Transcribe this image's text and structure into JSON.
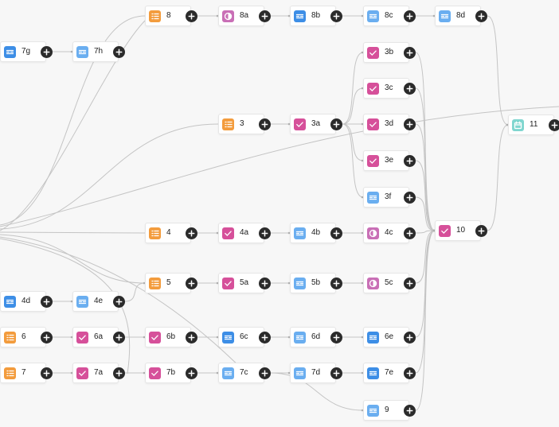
{
  "colors": {
    "canvas_bg": "#f7f7f7",
    "edge": "#c4c4c4",
    "node_bg": "#ffffff",
    "add_button": "#2b2b2b",
    "sequence": "#f39c3d",
    "checklist": "#d6509a",
    "split": "#c96fb6",
    "filter_blue": "#3d8ee6",
    "filter_light": "#6aaef0",
    "calendar": "#7fd6cf"
  },
  "icon_types": {
    "list": "list-icon",
    "check": "checkbox-icon",
    "contrast": "contrast-icon",
    "filter": "filter-icon",
    "filter_light": "filter-icon",
    "calendar": "calendar-icon"
  },
  "nodes": [
    {
      "id": "7g",
      "label": "7g",
      "icon": "filter"
    },
    {
      "id": "7h",
      "label": "7h",
      "icon": "filter_light"
    },
    {
      "id": "8",
      "label": "8",
      "icon": "list"
    },
    {
      "id": "8a",
      "label": "8a",
      "icon": "contrast"
    },
    {
      "id": "8b",
      "label": "8b",
      "icon": "filter"
    },
    {
      "id": "8c",
      "label": "8c",
      "icon": "filter_light"
    },
    {
      "id": "8d",
      "label": "8d",
      "icon": "filter_light"
    },
    {
      "id": "3b",
      "label": "3b",
      "icon": "check"
    },
    {
      "id": "3c",
      "label": "3c",
      "icon": "check"
    },
    {
      "id": "3",
      "label": "3",
      "icon": "list"
    },
    {
      "id": "3a",
      "label": "3a",
      "icon": "check"
    },
    {
      "id": "3d",
      "label": "3d",
      "icon": "check"
    },
    {
      "id": "11",
      "label": "11",
      "icon": "calendar"
    },
    {
      "id": "3e",
      "label": "3e",
      "icon": "check"
    },
    {
      "id": "3f",
      "label": "3f",
      "icon": "filter_light"
    },
    {
      "id": "4",
      "label": "4",
      "icon": "list"
    },
    {
      "id": "4a",
      "label": "4a",
      "icon": "check"
    },
    {
      "id": "4b",
      "label": "4b",
      "icon": "filter_light"
    },
    {
      "id": "4c",
      "label": "4c",
      "icon": "contrast"
    },
    {
      "id": "10",
      "label": "10",
      "icon": "check"
    },
    {
      "id": "5",
      "label": "5",
      "icon": "list"
    },
    {
      "id": "5a",
      "label": "5a",
      "icon": "check"
    },
    {
      "id": "5b",
      "label": "5b",
      "icon": "filter_light"
    },
    {
      "id": "5c",
      "label": "5c",
      "icon": "contrast"
    },
    {
      "id": "4d",
      "label": "4d",
      "icon": "filter"
    },
    {
      "id": "4e",
      "label": "4e",
      "icon": "filter_light"
    },
    {
      "id": "6",
      "label": "6",
      "icon": "list"
    },
    {
      "id": "6a",
      "label": "6a",
      "icon": "check"
    },
    {
      "id": "6b",
      "label": "6b",
      "icon": "check"
    },
    {
      "id": "6c",
      "label": "6c",
      "icon": "filter"
    },
    {
      "id": "6d",
      "label": "6d",
      "icon": "filter_light"
    },
    {
      "id": "6e",
      "label": "6e",
      "icon": "filter"
    },
    {
      "id": "7",
      "label": "7",
      "icon": "list"
    },
    {
      "id": "7a",
      "label": "7a",
      "icon": "check"
    },
    {
      "id": "7b",
      "label": "7b",
      "icon": "check"
    },
    {
      "id": "7c",
      "label": "7c",
      "icon": "filter_light"
    },
    {
      "id": "7d",
      "label": "7d",
      "icon": "filter_light"
    },
    {
      "id": "7e",
      "label": "7e",
      "icon": "filter"
    },
    {
      "id": "9",
      "label": "9",
      "icon": "filter_light"
    }
  ],
  "edges": [
    [
      "7g",
      "7h"
    ],
    [
      "8",
      "8a"
    ],
    [
      "8a",
      "8b"
    ],
    [
      "8b",
      "8c"
    ],
    [
      "8c",
      "8d"
    ],
    [
      "8d",
      "11"
    ],
    [
      "3",
      "3a"
    ],
    [
      "3a",
      "3b"
    ],
    [
      "3a",
      "3c"
    ],
    [
      "3a",
      "3d"
    ],
    [
      "3a",
      "3e"
    ],
    [
      "3a",
      "3f"
    ],
    [
      "3b",
      "10"
    ],
    [
      "3c",
      "10"
    ],
    [
      "3d",
      "10"
    ],
    [
      "3e",
      "10"
    ],
    [
      "3f",
      "10"
    ],
    [
      "10",
      "11"
    ],
    [
      "4",
      "4a"
    ],
    [
      "4a",
      "4b"
    ],
    [
      "4b",
      "4c"
    ],
    [
      "4c",
      "10"
    ],
    [
      "5",
      "5a"
    ],
    [
      "5a",
      "5b"
    ],
    [
      "5b",
      "5c"
    ],
    [
      "5c",
      "10"
    ],
    [
      "4d",
      "4e"
    ],
    [
      "4e",
      "5"
    ],
    [
      "6",
      "6a"
    ],
    [
      "6a",
      "6b"
    ],
    [
      "6b",
      "6c"
    ],
    [
      "6c",
      "6d"
    ],
    [
      "6d",
      "6e"
    ],
    [
      "6e",
      "10"
    ],
    [
      "7",
      "7a"
    ],
    [
      "7a",
      "7b"
    ],
    [
      "7b",
      "7c"
    ],
    [
      "7c",
      "7d"
    ],
    [
      "7d",
      "7e"
    ],
    [
      "7e",
      "10"
    ],
    [
      "7c",
      "9"
    ],
    [
      "9",
      "10"
    ]
  ]
}
